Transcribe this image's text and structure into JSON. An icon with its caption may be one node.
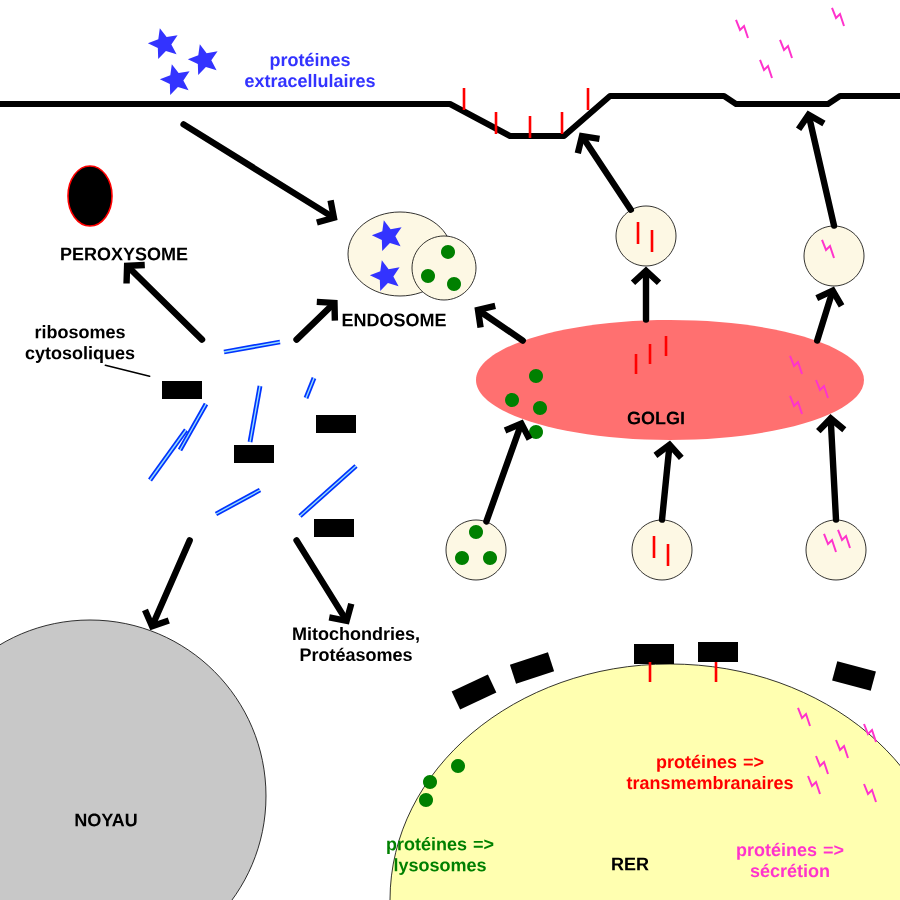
{
  "diagram": {
    "nodes": [
      {
        "text": [
          "protéines extracellulaires"
        ]
      },
      {
        "text": [
          "PEROXYSOME"
        ]
      },
      {
        "text": [
          "ENDOSOME"
        ]
      },
      {
        "text": [
          "ribosomes cytosoliques"
        ]
      },
      {
        "text": [],
        "shape": "picture"
      },
      {
        "text": [
          "Mitochondries, Protéasomes"
        ]
      },
      {
        "text": [
          "NOYAU"
        ]
      },
      {
        "text": [
          "GOLGI"
        ]
      },
      {
        "text": [
          "protéines => transmembranaires",
          "protéines => lysosomes",
          "RER",
          "protéines => sécrétion"
        ]
      },
      {
        "text": [],
        "shape": "circle"
      },
      {
        "text": [],
        "shape": "circle"
      },
      {
        "text": [],
        "shape": "circle"
      },
      {
        "text": [],
        "shape": "circle"
      },
      {
        "text": [],
        "shape": "circle"
      },
      {
        "text": [],
        "shape": "bar"
      }
    ],
    "edges": [
      {
        "from": 14,
        "to": 2,
        "arrow": "to"
      },
      {
        "from": 4,
        "to": 1,
        "arrow": "to"
      },
      {
        "from": 4,
        "to": 2,
        "arrow": "to"
      },
      {
        "from": 3,
        "to": 4,
        "arrow": "none"
      },
      {
        "from": 4,
        "to": 6,
        "arrow": "to"
      },
      {
        "from": 4,
        "to": 5,
        "arrow": "to"
      },
      {
        "from": 7,
        "to": 2,
        "arrow": "to"
      },
      {
        "from": 7,
        "to": 12,
        "arrow": "to"
      },
      {
        "from": 7,
        "to": 13,
        "arrow": "to"
      },
      {
        "from": 12,
        "to": 14,
        "arrow": "to"
      },
      {
        "from": 13,
        "to": 14,
        "arrow": "to"
      },
      {
        "from": 9,
        "to": 7,
        "arrow": "to"
      },
      {
        "from": 10,
        "to": 7,
        "arrow": "to"
      },
      {
        "from": 11,
        "to": 7,
        "arrow": "to"
      }
    ]
  }
}
